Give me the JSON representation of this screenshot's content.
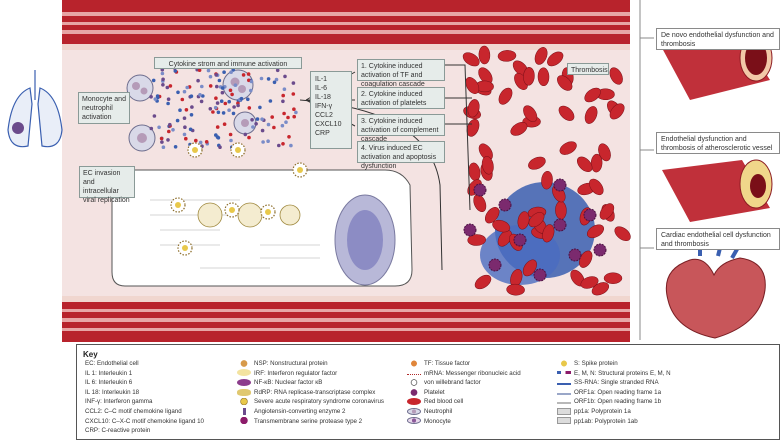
{
  "labels": {
    "cytokine_storm": "Cytokine strom and immune activation",
    "monocyte": "Monocyte and neutrophil activation",
    "ec_invasion": "EC invasion and intracellular viral replication",
    "thrombosis": "Thrombosis",
    "cytokines": [
      "IL-1",
      "IL-6",
      "IL-18",
      "IFN-γ",
      "CCL2",
      "CXCL10",
      "CRP"
    ],
    "steps": [
      "1. Cytokine induced activation of TF and coagulation cascade",
      "2. Cytokine induced activation of platelets",
      "3. Cytokine induced activation of complement cascade",
      "4. Virus induced EC activation and apoptosis dysfunction"
    ]
  },
  "side_labels": [
    "De novo endothelial dysfunction and thrombosis",
    "Endothelial dysfunction and thrombosis of atherosclerotic vessel",
    "Cardiac endothelial cell dysfunction and thrombosis"
  ],
  "key": {
    "title": "Key",
    "col1": [
      "EC: Endothelial cell",
      "IL 1: Interleukin 1",
      "IL 6: Interleukin 6",
      "IL 18: Interleukin 18",
      "INF-γ: Interferon gamma",
      "CCL2: C–C motif chemokine ligand",
      "CXCL10: C–X-C motif chemokine ligand 10",
      "CRP: C-reactive protein"
    ],
    "col2": [
      "NSP: Nonstructural protein",
      "IRF: Interferon regulator factor",
      "NF-κB: Nuclear factor κB",
      "RdRP: RNA replicase-transcriptase complex",
      "Severe acute respiratory syndrome coronavirus",
      "Angiotensin-converting enzyme 2",
      "Transmembrane serine protease type 2"
    ],
    "col3": [
      "TF: Tissue factor",
      "mRNA: Messenger ribonucleic acid",
      "von willebrand factor",
      "Platelet",
      "Red blood cell",
      "Neutrophil",
      "Monocyte"
    ],
    "col4": [
      "S: Spike protein",
      "E, M, N: Structural proteins E, M, N",
      "SS-RNA: Single stranded RNA",
      "ORF1a: Open reading frame 1a",
      "ORF1b: Open reading frame 1b",
      "pp1a: Polyprotein 1a",
      "pp1ab: Polyprotein 1ab"
    ]
  },
  "colors": {
    "vessel_wall": "#c0303a",
    "vessel_dark": "#8c1b22",
    "lumen": "#f3e1e0",
    "rbc": "#c8262d",
    "platelet": "#7b2a6e",
    "clot": "#3a5fb0",
    "virus": "#e8c84a",
    "label_bg": "#e6ecea"
  }
}
